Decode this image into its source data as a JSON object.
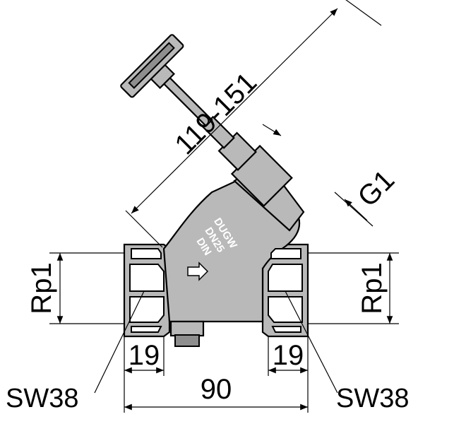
{
  "dimensions": {
    "overall_height": "119-151",
    "thread_stem": "G1",
    "port_left": "Rp1",
    "port_right": "Rp1",
    "thread_length_left": "19",
    "thread_length_right": "19",
    "face_to_face": "90",
    "wrench_left": "SW38",
    "wrench_right": "SW38"
  },
  "body_marking": {
    "line1": "DUGW",
    "line2": "DN25",
    "line3": "DIN"
  },
  "colors": {
    "body_fill": "#b9b9b9",
    "shade_fill": "#8e8e8e",
    "line": "#000000"
  }
}
